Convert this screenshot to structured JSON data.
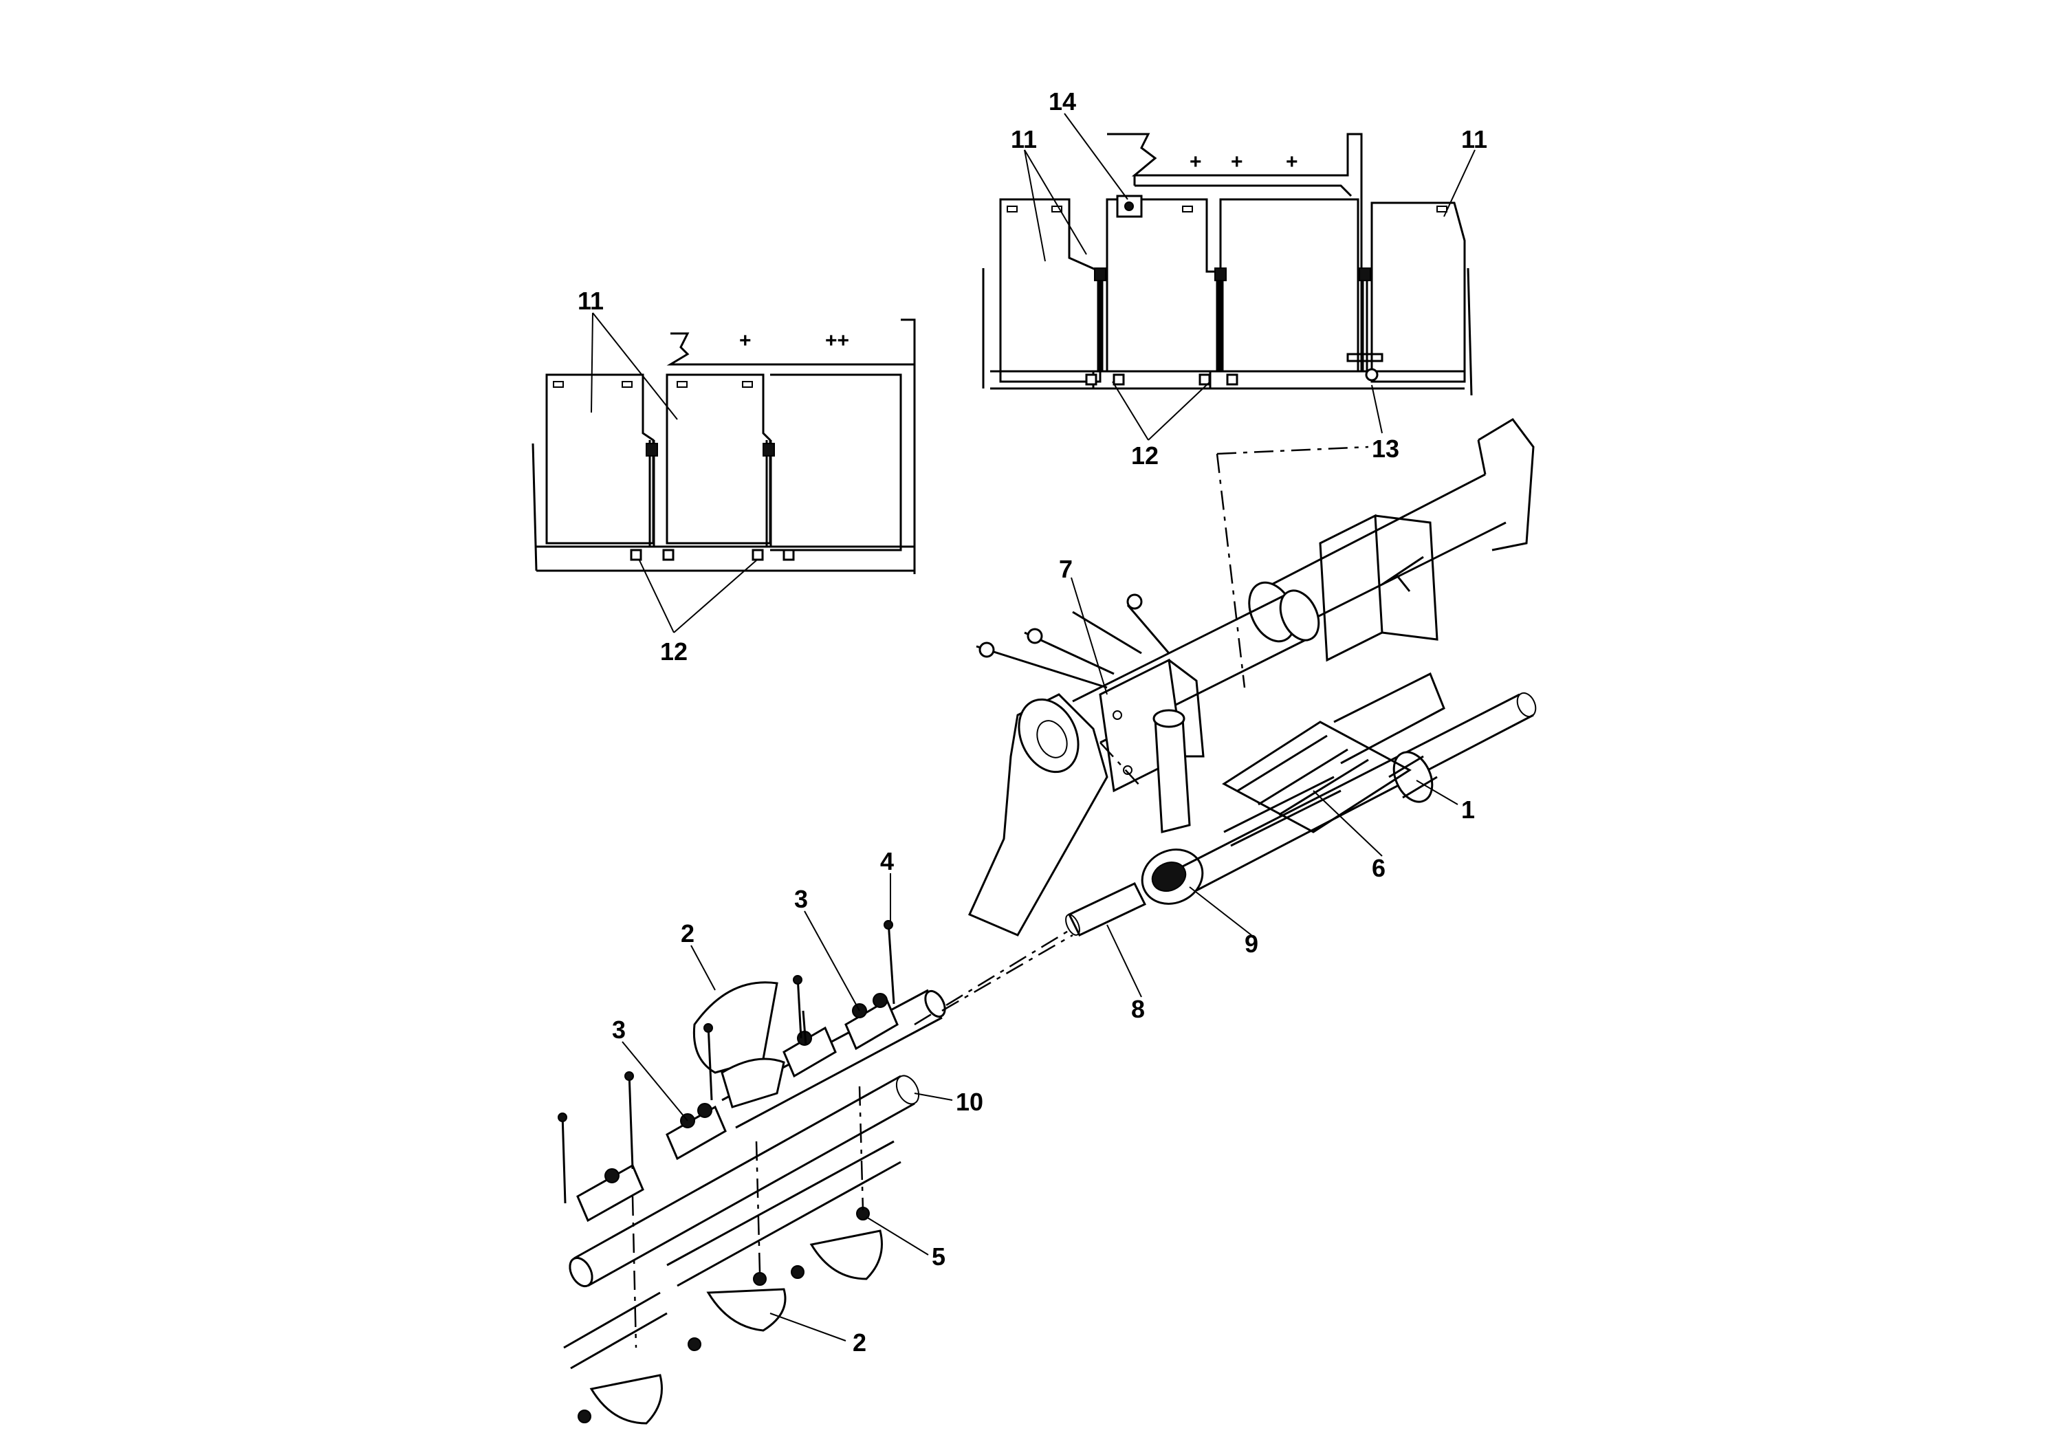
{
  "diagram": {
    "labels": [
      {
        "id": "label-14",
        "text": "14"
      },
      {
        "id": "label-11-top-left",
        "text": "11"
      },
      {
        "id": "label-11-top-right",
        "text": "11"
      },
      {
        "id": "label-11-left",
        "text": "11"
      },
      {
        "id": "label-12-top",
        "text": "12"
      },
      {
        "id": "label-13",
        "text": "13"
      },
      {
        "id": "label-12-left",
        "text": "12"
      },
      {
        "id": "label-7",
        "text": "7"
      },
      {
        "id": "label-1",
        "text": "1"
      },
      {
        "id": "label-6",
        "text": "6"
      },
      {
        "id": "label-9",
        "text": "9"
      },
      {
        "id": "label-8",
        "text": "8"
      },
      {
        "id": "label-4",
        "text": "4"
      },
      {
        "id": "label-3-upper",
        "text": "3"
      },
      {
        "id": "label-2-upper",
        "text": "2"
      },
      {
        "id": "label-3-lower",
        "text": "3"
      },
      {
        "id": "label-10",
        "text": "10"
      },
      {
        "id": "label-5",
        "text": "5"
      },
      {
        "id": "label-2-lower",
        "text": "2"
      }
    ]
  }
}
